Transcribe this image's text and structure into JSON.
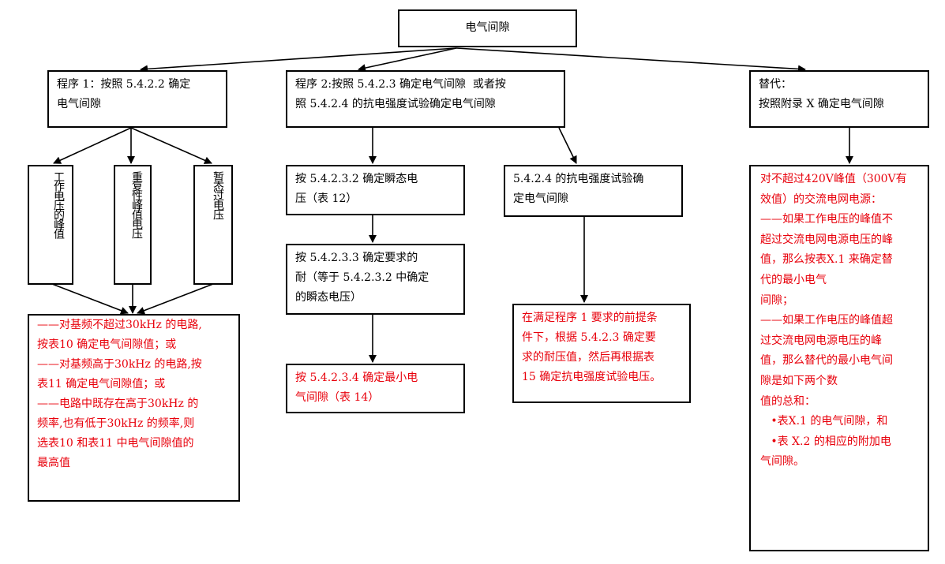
{
  "diagram": {
    "root": "电气间隙",
    "procedure1": {
      "lines": [
        "程序 1：按照 5.4.2.2 确定",
        "电气间隙"
      ]
    },
    "procedure2": {
      "lines": [
        "程序 2:按照 5.4.2.3 确定电气间隙  或者按",
        "照 5.4.2.4 的抗电强度试验确定电气间隙"
      ]
    },
    "alternative": {
      "lines": [
        "替代：",
        "按照附录 X 确定电气间隙"
      ]
    },
    "working_voltage_peak": "工作电压的峰值",
    "repetitive_peak_voltage": "重复性峰值电压",
    "temporary_overvoltage": "暂态过电压",
    "procedure1_result": {
      "lines": [
        "——对基频不超过30kHz 的电路,",
        "按表10 确定电气间隙值；或",
        "——对基频高于30kHz 的电路,按",
        "表11 确定电气间隙值；或",
        "——电路中既存在高于30kHz 的",
        "频率,也有低于30kHz 的频率,则",
        "选表10 和表11 中电气间隙值的",
        "最高值"
      ]
    },
    "step_transient": {
      "lines": [
        "按 5.4.2.3.2 确定瞬态电",
        "压（表 12）"
      ]
    },
    "step_withstand": {
      "lines": [
        "按 5.4.2.3.3 确定要求的",
        "耐（等于 5.4.2.3.2 中确定",
        "的瞬态电压）"
      ]
    },
    "step_min_clearance": {
      "lines": [
        "按 5.4.2.3.4 确定最小电",
        "气间隙（表 14）"
      ]
    },
    "electric_strength": {
      "lines": [
        "5.4.2.4 的抗电强度试验确",
        "定电气间隙"
      ]
    },
    "electric_strength_result": {
      "lines": [
        "在满足程序 1 要求的前提条",
        "件下，根据 5.4.2.3 确定要",
        "求的耐压值，然后再根据表",
        "15 确定抗电强度试验电压。"
      ]
    },
    "alternative_result": {
      "lines": [
        "对不超过420V峰值（300V有",
        "效值）的交流电网电源：",
        "——如果工作电压的峰值不",
        "超过交流电网电源电压的峰",
        "值，那么按表X.1 来确定替",
        "代的最小电气",
        "间隙；",
        "——如果工作电压的峰值超",
        "过交流电网电源电压的峰",
        "值，那么替代的最小电气间",
        "隙是如下两个数",
        "值的总和：",
        "   •表X.1 的电气间隙，和",
        "   •表 X.2 的相应的附加电",
        "气间隙。"
      ]
    }
  },
  "colors": {
    "line": "#000000",
    "result_text": "#e8000b"
  }
}
